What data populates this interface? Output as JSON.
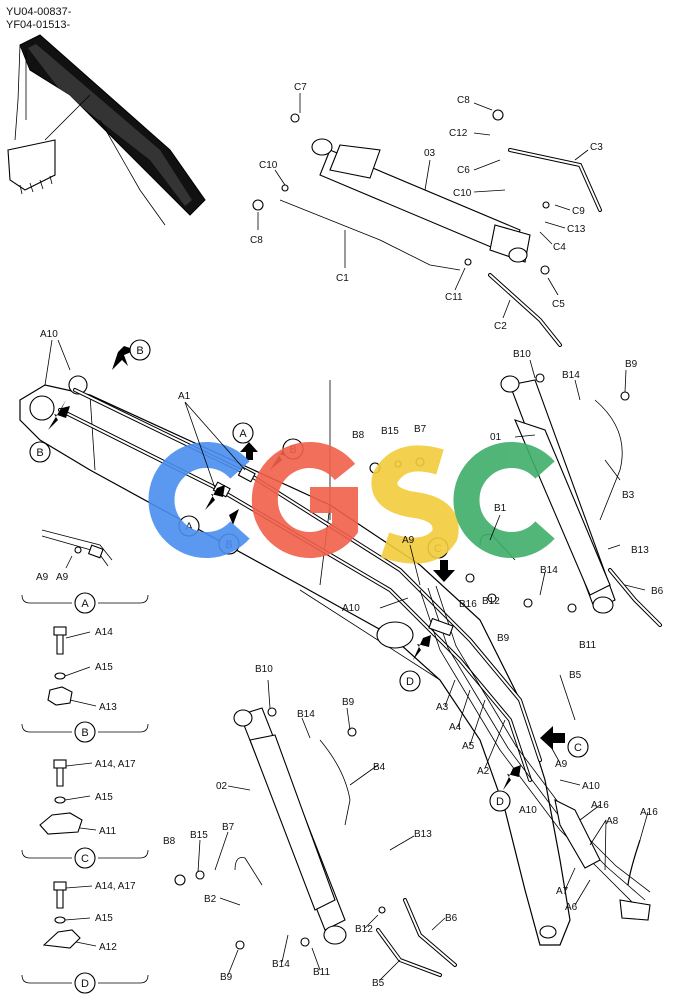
{
  "header": {
    "line1": "YU04-00837-",
    "line2": "YF04-01513-"
  },
  "watermark": {
    "letters": [
      "C",
      "G",
      "S",
      "C"
    ],
    "colors": [
      "#4a8ff0",
      "#f0604a",
      "#f2cc3a",
      "#3fae6a"
    ]
  },
  "arrow_refs": [
    "A",
    "B",
    "C",
    "D"
  ],
  "callouts": {
    "c7": "C7",
    "c8a": "C8",
    "c12": "C12",
    "c3": "C3",
    "c6": "C6",
    "c10a": "C10",
    "c03": "03",
    "c10b": "C10",
    "c9": "C9",
    "c13": "C13",
    "c4": "C4",
    "c8b": "C8",
    "c1": "C1",
    "c11": "C11",
    "c5": "C5",
    "c2": "C2",
    "a10a": "A10",
    "a1": "A1",
    "b10a": "B10",
    "b14a": "B14",
    "b9a": "B9",
    "b8a": "B8",
    "b15a": "B15",
    "b7a": "B7",
    "o01": "01",
    "b3": "B3",
    "b1": "B1",
    "b13a": "B13",
    "a9a": "A9",
    "b14b": "B14",
    "b6a": "B6",
    "b16": "B16",
    "b12a": "B12",
    "b9b": "B9",
    "b11a": "B11",
    "a10b": "A10",
    "a9b": "A9",
    "b5a": "B5",
    "a3": "A3",
    "a4": "A4",
    "a5": "A5",
    "a2": "A2",
    "a9c": "A9",
    "a10c": "A10",
    "a10d": "A10",
    "a16a": "A16",
    "a8": "A8",
    "a16b": "A16",
    "a7": "A7",
    "a6": "A6",
    "b10b": "B10",
    "b14c": "B14",
    "b9c": "B9",
    "b4": "B4",
    "o02": "02",
    "b8b": "B8",
    "b15b": "B15",
    "b7b": "B7",
    "b2": "B2",
    "b13b": "B13",
    "b12b": "B12",
    "b6b": "B6",
    "b9d": "B9",
    "b14d": "B14",
    "b11b": "B11",
    "b5b": "B5"
  },
  "detail_a": {
    "part": "A9",
    "ref": "A"
  },
  "detail_b": {
    "bolt": "A14",
    "washer": "A15",
    "clamp": "A13",
    "ref": "B"
  },
  "detail_c": {
    "bolt": "A14, A17",
    "washer": "A15",
    "clamp": "A11",
    "ref": "C"
  },
  "detail_d": {
    "bolt": "A14, A17",
    "washer": "A15",
    "clamp": "A12",
    "ref": "D"
  }
}
